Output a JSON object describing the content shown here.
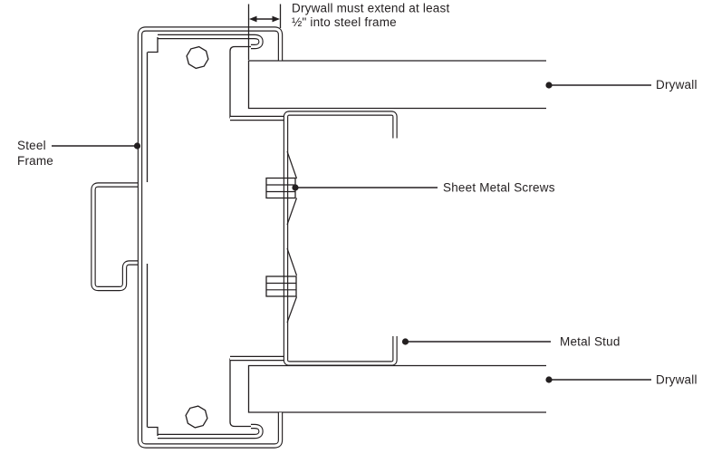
{
  "diagram": {
    "type": "construction-detail",
    "note": {
      "line1": "Drywall must extend at least",
      "line2": "½\" into steel frame"
    },
    "labels": {
      "steel_frame": {
        "line1": "Steel",
        "line2": "Frame"
      },
      "sheet_metal_screws": "Sheet Metal Screws",
      "metal_stud": "Metal Stud",
      "drywall_top": "Drywall",
      "drywall_bottom": "Drywall"
    },
    "colors": {
      "line": "#231f20",
      "background": "#ffffff"
    }
  }
}
